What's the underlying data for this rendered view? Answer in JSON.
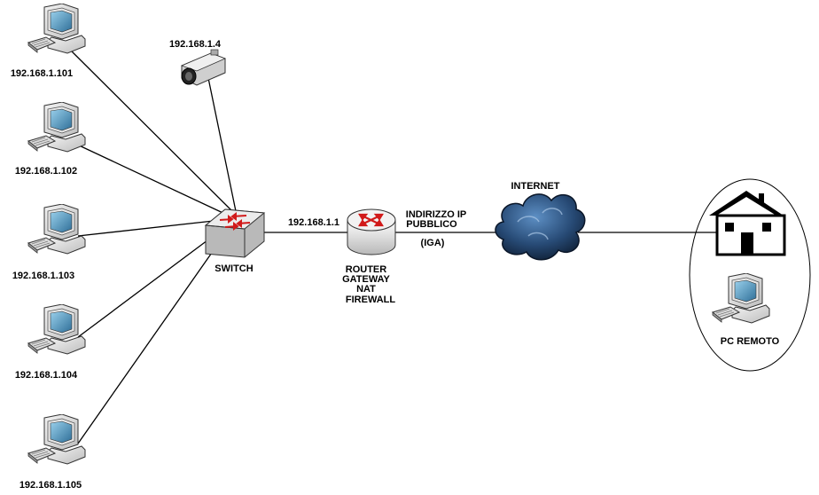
{
  "pcs": [
    {
      "ip": "192.168.1.101"
    },
    {
      "ip": "192.168.1.102"
    },
    {
      "ip": "192.168.1.103"
    },
    {
      "ip": "192.168.1.104"
    },
    {
      "ip": "192.168.1.105"
    }
  ],
  "camera": {
    "ip": "192.168.1.4"
  },
  "switch": {
    "label": "SWITCH"
  },
  "router": {
    "lan_ip": "192.168.1.1",
    "label_lines": [
      "ROUTER",
      "GATEWAY",
      "NAT",
      "FIREWALL"
    ]
  },
  "wan": {
    "label_lines": [
      "INDIRIZZO IP",
      "PUBBLICO"
    ],
    "abbr": "(IGA)"
  },
  "internet": {
    "label": "INTERNET"
  },
  "remote": {
    "label": "PC REMOTO"
  },
  "colors": {
    "router_arrows": "#d11a1a",
    "cloud": "#1e3a5f",
    "line": "#000000"
  }
}
